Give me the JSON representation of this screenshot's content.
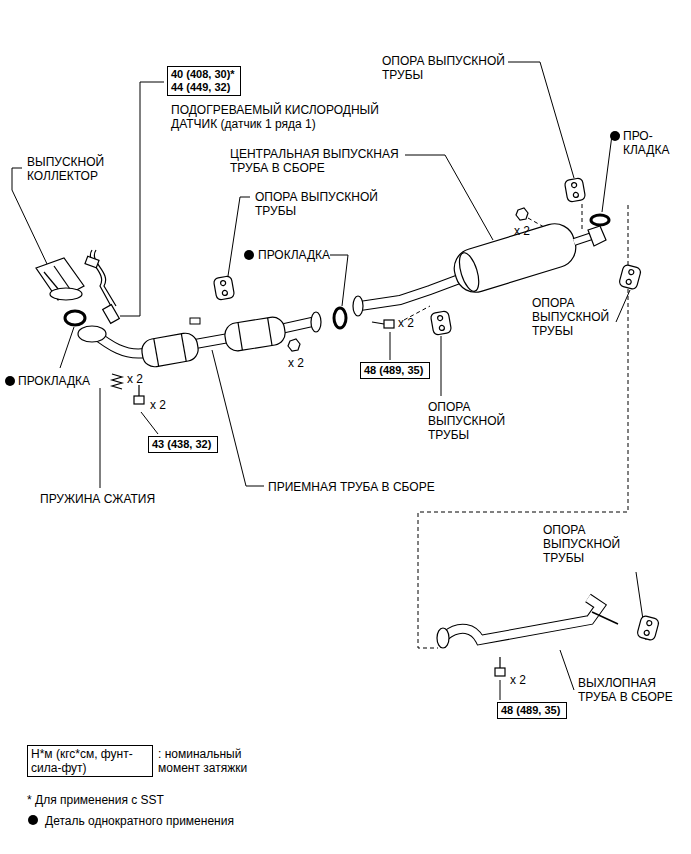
{
  "diagram": {
    "nodes": [
      {
        "text": [
          "40 (408, 30)*",
          "44 (449, 32)"
        ]
      },
      {
        "text": [
          "43 (438, 32)"
        ]
      },
      {
        "text": [
          "48 (489, 35)"
        ]
      },
      {
        "text": [
          "48 (489, 35)"
        ]
      },
      {
        "text": [
          "Н*м (кгс*см, фунт-сила-фут)",
          ": номинальный момент затяжки"
        ]
      }
    ],
    "labels": [
      "ПОДОГРЕВАЕМЫЙ КИСЛОРОДНЫЙ ДАТЧИК (датчик 1 ряда 1)",
      "ВЫПУСКНОЙ КОЛЛЕКТОР",
      "ОПОРА ВЫПУСКНОЙ ТРУБЫ",
      "ПРО- КЛАДКА",
      "ЦЕНТРАЛЬНАЯ ВЫПУСКНАЯ ТРУБА В СБОРЕ",
      "ОПОРА ВЫПУСКНОЙ ТРУБЫ",
      "ПРОКЛАДКА",
      "x 2",
      "ОПОРА ВЫПУСКНОЙ ТРУБЫ",
      "x 2",
      "x 2",
      "ПРОКЛАДКА",
      "x 2",
      "x 2",
      "ОПОРА ВЫПУСКНОЙ ТРУБЫ",
      "ПРУЖИНА СЖАТИЯ",
      "ПРИЕМНАЯ ТРУБА В СБОРЕ",
      "ОПОРА ВЫПУСКНОЙ ТРУБЫ",
      "x 2",
      "ВЫХЛОПНАЯ ТРУБА В СБОРЕ",
      "* Для применения с SST"
    ],
    "legend": [
      {
        "text": "Деталь однократного применения"
      }
    ]
  }
}
